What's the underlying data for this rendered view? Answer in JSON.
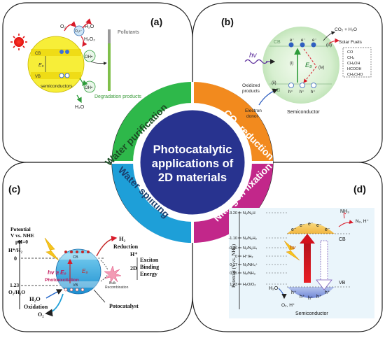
{
  "center_title": [
    "Photocatalytic",
    "applications of",
    "2D materials"
  ],
  "ring": {
    "water_purification": "Water purification",
    "co2_reduction": "CO₂ reduction",
    "water_splitting": "Water splitting",
    "nitrogen_fixation": "Nitrogen fixation"
  },
  "colors": {
    "green": "#2eb84a",
    "orange": "#f28a1e",
    "blue": "#1e9fd8",
    "magenta": "#c2278a",
    "center": "#28338f"
  },
  "panel_a": {
    "label": "(a)",
    "o2": "O₂",
    "h2o_top": "H₂O",
    "h2o2": "H₂O₂",
    "o2_radical": "O₂•⁻",
    "oh_radical": "OH•",
    "pollutants": "Pollutants",
    "degradation": "Degradation products",
    "semiconductors": "semiconductors",
    "h2o_bottom": "H₂O",
    "eg": "E₉",
    "cb": "CB",
    "vb": "VB"
  },
  "panel_b": {
    "label": "(b)",
    "co2_h2o": "CO₂ + H₂O",
    "solar_fuels": "Solar Fuels",
    "fuels": [
      "CO",
      "CH₄",
      "CH₃OH",
      "HCOOH",
      "CH₃CHO"
    ],
    "hv": "hv",
    "eg": "E₉",
    "cb": "CB",
    "vb": "VB",
    "oxidized": [
      "Oxidized",
      "products"
    ],
    "donor": [
      "Electron",
      "donor"
    ],
    "semiconductor": "Semiconductor",
    "steps": [
      "(i)",
      "(ii)",
      "(iii)",
      "(iv)"
    ]
  },
  "panel_c": {
    "label": "(c)",
    "potential": [
      "Potential",
      "V vs. NHE",
      "pH=0"
    ],
    "h_h2": "H⁺/H₂",
    "zero": "0",
    "v123": "1.23",
    "o2_h2o": "O₂/H₂O",
    "h2": "H₂",
    "reduction": "Reduction",
    "hplus": "H⁺",
    "hv": "hv ≥ E₉",
    "photoexcitation": "Photoexcitation",
    "eg": "E₉",
    "twod": "2D",
    "exciton": [
      "Exciton",
      "Binding",
      "Energy"
    ],
    "bulk": [
      "Bulk",
      "Recombination"
    ],
    "h2o": "H₂O",
    "oxidation": "Oxidation",
    "o2": "O₂",
    "photocatalyst": "Potocatalyst",
    "cb": "CB",
    "vb": "VB"
  },
  "panel_d": {
    "label": "(d)",
    "axis": "Potential (V vs. NHE)",
    "levels": [
      {
        "v": "-3.20",
        "t": "N₂/N₂H"
      },
      {
        "v": "-1.10",
        "t": "N₂/N₂H₂"
      },
      {
        "v": "-0.36",
        "t": "N₂/N₂H₄"
      },
      {
        "v": "0",
        "t": "H⁺/H₂"
      },
      {
        "v": "0.27",
        "t": "N₂/NH₄⁺"
      },
      {
        "v": "0.55",
        "t": "N₂/NH₃"
      },
      {
        "v": "1.23",
        "t": "H₂O/O₂"
      }
    ],
    "nh3": "NH₃",
    "n2h": "N₂, H⁺",
    "hv": "hv",
    "cb": "CB",
    "vb": "VB",
    "h2o": "H₂O",
    "o2h": "O₂, H⁺",
    "semiconductor": "Semiconductor"
  }
}
